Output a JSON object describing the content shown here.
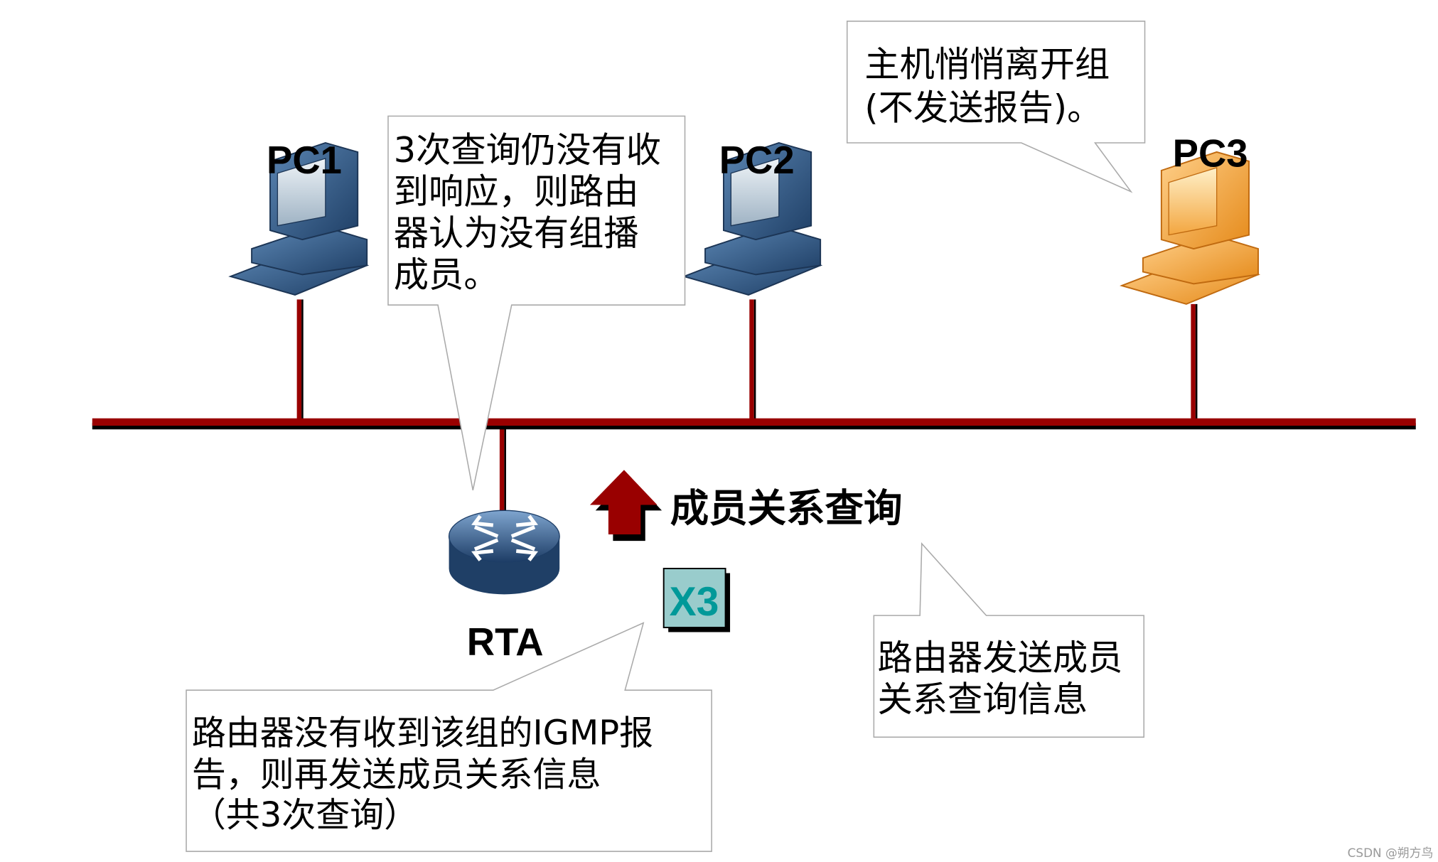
{
  "nodes": {
    "pc1": "PC1",
    "pc2": "PC2",
    "pc3": "PC3",
    "router": "RTA"
  },
  "query_label": "成员关系查询",
  "repeat_badge": "X3",
  "callouts": {
    "no_response": [
      "3次查询仍没有收",
      "到响应，则路由",
      "器认为没有组播",
      "成员。"
    ],
    "host_leaves": [
      "主机悄悄离开组",
      "(不发送报告)。"
    ],
    "router_sends": [
      "路由器发送成员",
      "关系查询信息"
    ],
    "resend": [
      "路由器没有收到该组的IGMP报",
      "告，则再发送成员关系信息",
      "（共3次查询）"
    ]
  },
  "watermark": "CSDN @朔方鸟",
  "colors": {
    "bus": "#990000",
    "pc_active": "#3d6a96",
    "pc_left": "#f5a742",
    "badge_fill": "#99cccc",
    "badge_text": "#009999"
  },
  "icons": {
    "pc1": "desktop-computer-icon",
    "pc2": "desktop-computer-icon",
    "pc3": "desktop-computer-icon",
    "router": "router-icon",
    "query": "arrow-up-icon"
  }
}
